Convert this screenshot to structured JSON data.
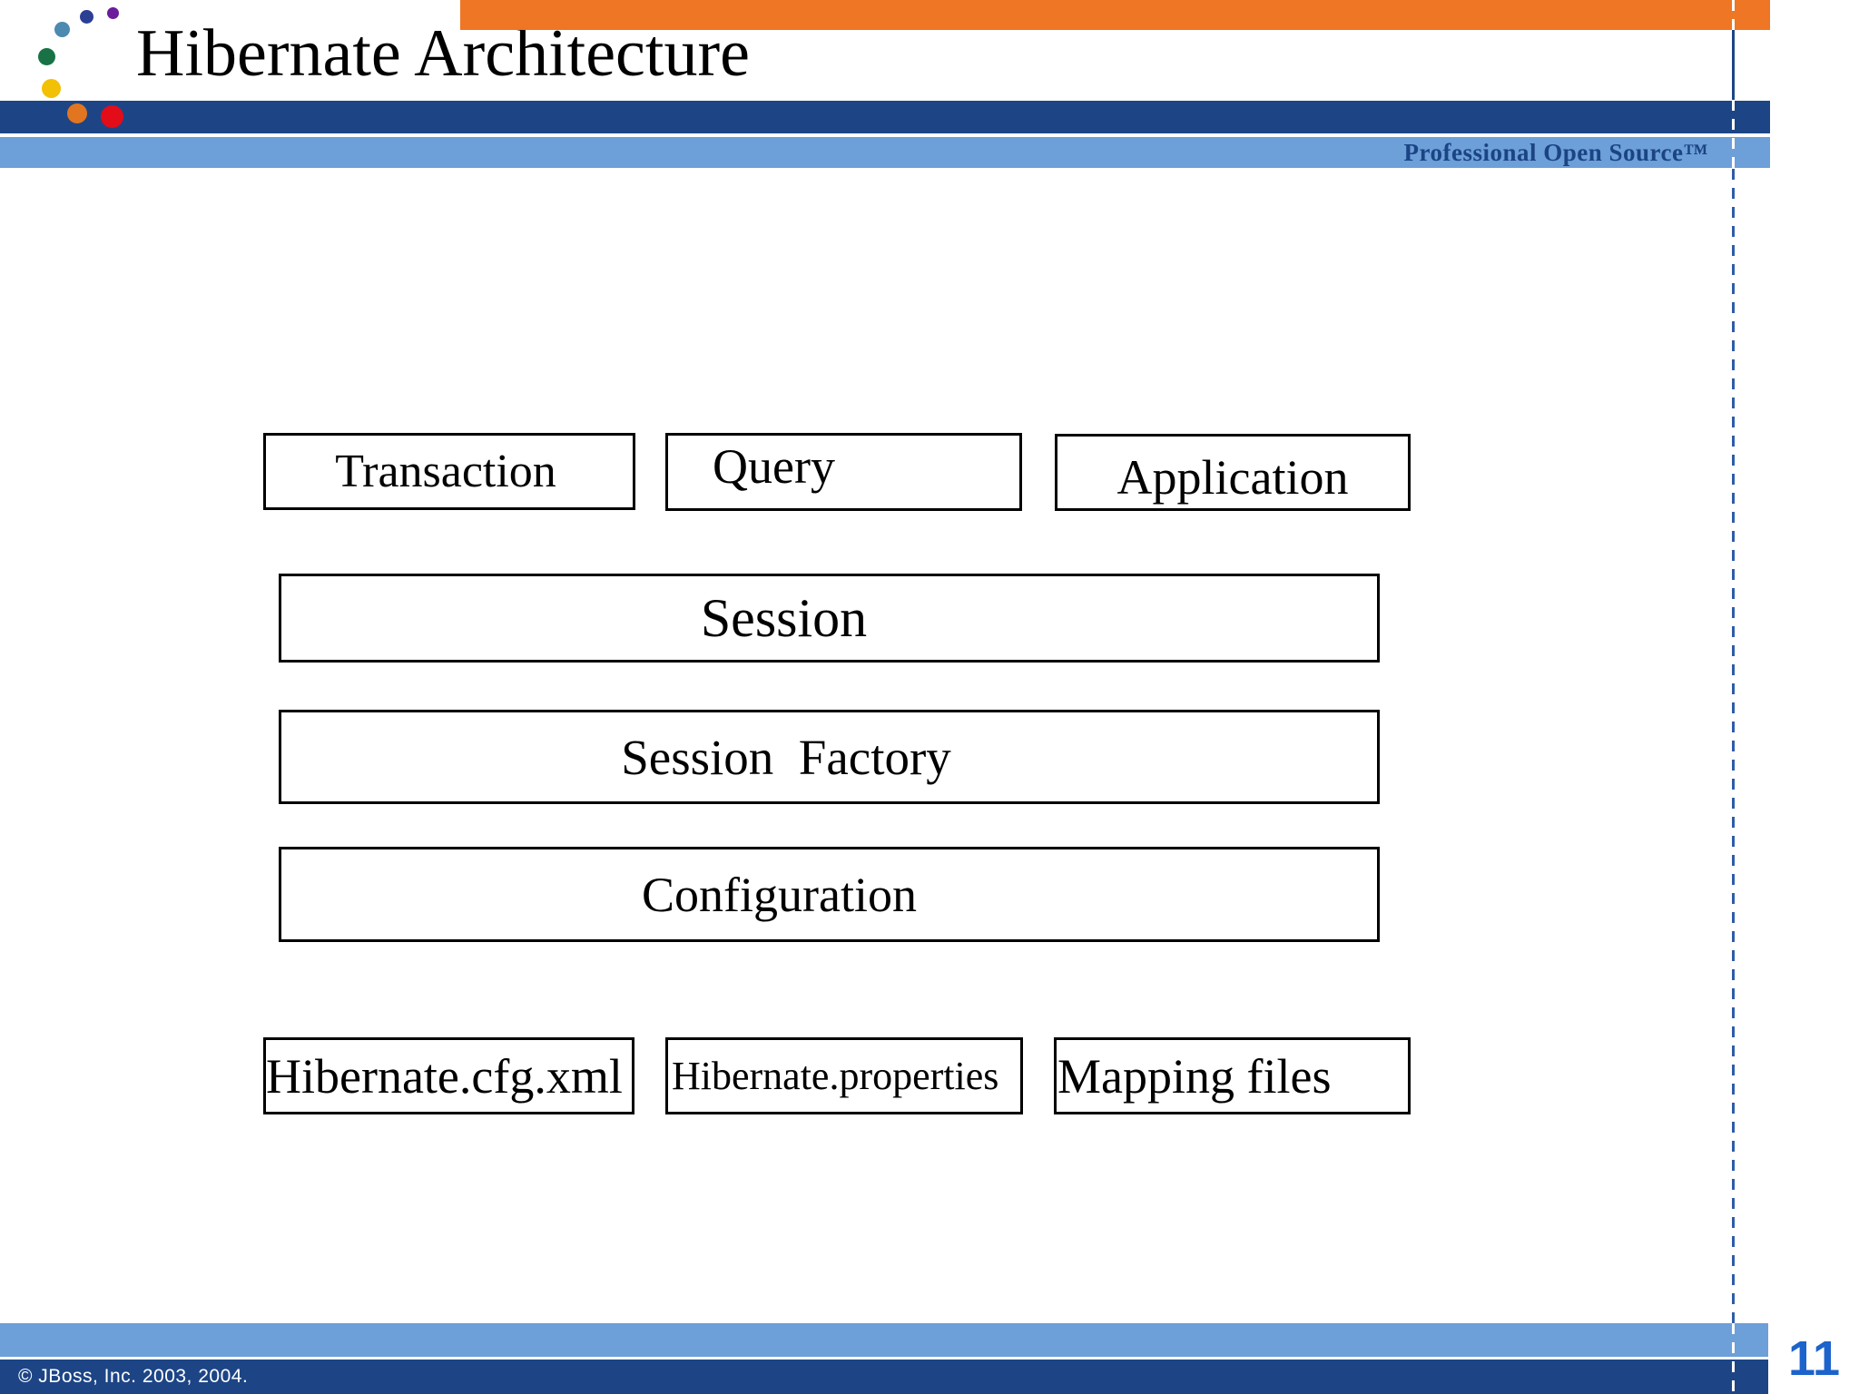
{
  "header": {
    "title": "Hibernate Architecture",
    "tagline": "Professional Open Source™"
  },
  "diagram": {
    "top_row": [
      {
        "label": "Transaction"
      },
      {
        "label": "Query"
      },
      {
        "label": "Application"
      }
    ],
    "layers": [
      {
        "label": "Session"
      },
      {
        "label": "Session  Factory"
      },
      {
        "label": "Configuration"
      }
    ],
    "bottom_row": [
      {
        "label": "Hibernate.cfg.xml"
      },
      {
        "label": "Hibernate.properties"
      },
      {
        "label": "Mapping files"
      }
    ]
  },
  "footer": {
    "copyright": "© JBoss, Inc. 2003, 2004.",
    "page_number": "11"
  },
  "colors": {
    "accent_orange": "#EE7624",
    "header_dark_blue": "#1D4586",
    "header_light_blue": "#6D9FD9",
    "tagline_text": "#1B4484",
    "page_number_blue": "#1C63CC",
    "box_border": "#000000",
    "guide_line_blue": "#2D5DA8"
  },
  "logo_dots": [
    {
      "name": "purple",
      "color": "#6B1B9B"
    },
    {
      "name": "navy",
      "color": "#2B3F95"
    },
    {
      "name": "steel-blue",
      "color": "#4C8AB0"
    },
    {
      "name": "green",
      "color": "#187245"
    },
    {
      "name": "yellow",
      "color": "#F2C004"
    },
    {
      "name": "orange",
      "color": "#E2751F"
    },
    {
      "name": "red",
      "color": "#E20D18"
    }
  ]
}
